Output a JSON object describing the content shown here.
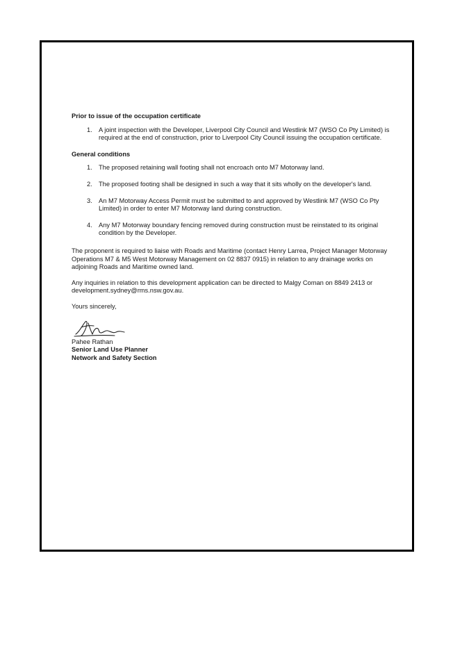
{
  "document": {
    "section_1_heading": "Prior to issue of the occupation certificate",
    "section_1_items": [
      {
        "number": "1.",
        "text": "A joint inspection with the Developer, Liverpool City Council and Westlink M7 (WSO Co Pty Limited) is required at the end of construction, prior to Liverpool City Council issuing the occupation certificate."
      }
    ],
    "section_2_heading": "General conditions",
    "section_2_items": [
      {
        "number": "1.",
        "text": "The proposed retaining wall footing shall not encroach onto M7 Motorway land."
      },
      {
        "number": "2.",
        "text": "The proposed footing shall be designed in such a way that it sits wholly on the developer's land."
      },
      {
        "number": "3.",
        "text": "An M7 Motorway Access Permit must be submitted to and approved by Westlink M7 (WSO Co Pty Limited) in order to enter M7 Motorway land during construction."
      },
      {
        "number": "4.",
        "text": "Any M7 Motorway boundary fencing removed during construction must be reinstated to its original condition by the Developer."
      }
    ],
    "paragraph_1": "The proponent is required to liaise with Roads and Maritime (contact Henry Larrea, Project Manager Motorway Operations M7 & M5 West Motorway Management on 02 8837 0915) in relation to any drainage works on adjoining Roads and Maritime owned land.",
    "paragraph_2": "Any inquiries in relation to this development application can be directed to Malgy Coman on 8849 2413 or development.sydney@rms.nsw.gov.au.",
    "closing": "Yours sincerely,",
    "signatory": {
      "name": "Pahee Rathan",
      "title": "Senior Land Use Planner",
      "section": "Network and Safety Section"
    }
  }
}
